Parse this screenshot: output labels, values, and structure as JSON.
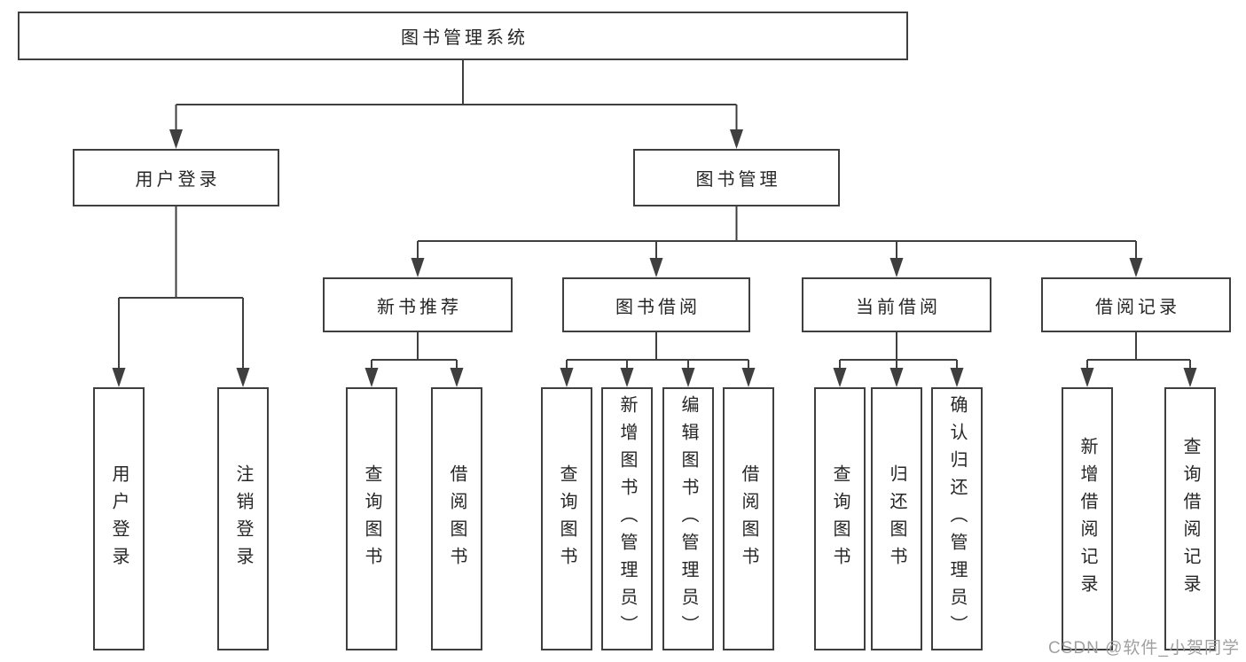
{
  "root_label": "图书管理系统",
  "level2": {
    "user_login": "用户登录",
    "book_management": "图书管理"
  },
  "level3": {
    "new_books": "新书推荐",
    "borrowing": "图书借阅",
    "current_borrow": "当前借阅",
    "borrow_records": "借阅记录"
  },
  "leaves": {
    "user_login": [
      "用户登录",
      "注销登录"
    ],
    "new_books": [
      "查询图书",
      "借阅图书"
    ],
    "borrowing": [
      "查询图书",
      "新增图书（管理员）",
      "编辑图书（管理员）",
      "借阅图书"
    ],
    "current_borrow": [
      "查询图书",
      "归还图书",
      "确认归还（管理员）"
    ],
    "borrow_records": [
      "新增借阅记录",
      "查询借阅记录"
    ]
  },
  "watermark": "CSDN @软件_小贺同学",
  "colors": {
    "line": "#3f3f3f",
    "text": "#262626",
    "watermark": "#9b9b9b",
    "background": "#ffffff"
  }
}
